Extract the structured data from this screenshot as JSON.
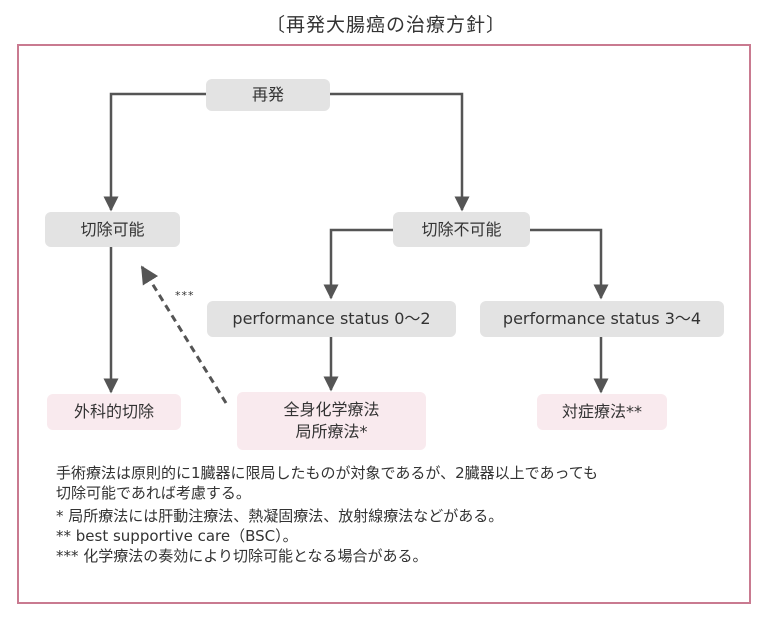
{
  "title": "〔再発大腸癌の治療方針〕",
  "colors": {
    "frame": "#c97a90",
    "gray_box": "#e3e3e3",
    "pink_box": "#f9eaee",
    "arrow": "#555555"
  },
  "nodes": {
    "recurrence": "再発",
    "resectable": "切除可能",
    "unresectable": "切除不可能",
    "ps_low": "performance status 0〜2",
    "ps_high": "performance status 3〜4",
    "surgery": "外科的切除",
    "chemo_line1": "全身化学療法",
    "chemo_line2": "局所療法*",
    "symptomatic": "対症療法**"
  },
  "dashed_arrow_label": "***",
  "notes": {
    "main_line1": "手術療法は原則的に1臓器に限局したものが対象であるが、2臓器以上であっても",
    "main_line2": "切除可能であれば考慮する。",
    "note1": "  * 局所療法には肝動注療法、熱凝固療法、放射線療法などがある。",
    "note2": " ** best supportive care（BSC）。",
    "note3": "*** 化学療法の奏効により切除可能となる場合がある。"
  }
}
